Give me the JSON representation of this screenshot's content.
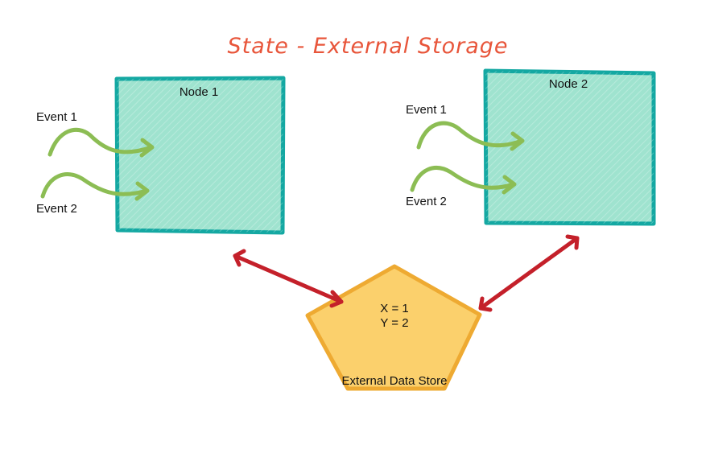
{
  "title": "State - External Storage",
  "colors": {
    "title": "#e8553a",
    "node_fill": "#9fe3cf",
    "node_stroke": "#14a8a2",
    "event_arrow": "#8cbd54",
    "link_arrow": "#c4202a",
    "store_fill": "#fbd06c",
    "store_stroke": "#eeaa32"
  },
  "nodes": [
    {
      "label": "Node 1",
      "events": [
        "Event 1",
        "Event 2"
      ]
    },
    {
      "label": "Node 2",
      "events": [
        "Event 1",
        "Event 2"
      ]
    }
  ],
  "store": {
    "label": "External Data Store",
    "values": [
      "X = 1",
      "Y = 2"
    ]
  }
}
